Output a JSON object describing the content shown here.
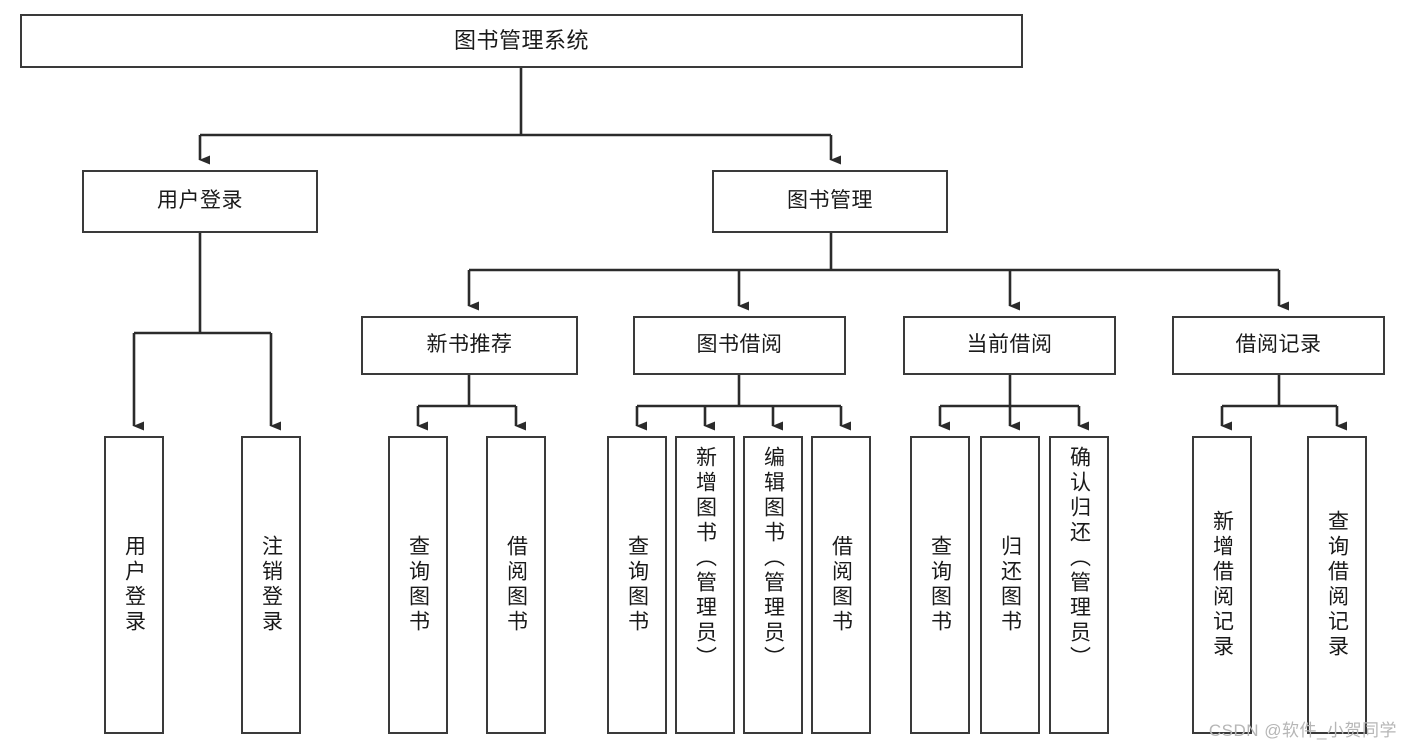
{
  "diagram": {
    "type": "tree-hierarchy",
    "title": "图书管理系统",
    "orientation": "top-down",
    "colors": {
      "box_border": "#3a3a3a",
      "box_fill": "#ffffff",
      "connector": "#2b2b2b",
      "text": "#1a1a1a",
      "watermark": "#b6b6b6",
      "background": "#ffffff"
    },
    "levels": 4,
    "root": {
      "label": "图书管理系统"
    },
    "level2": [
      {
        "label": "用户登录"
      },
      {
        "label": "图书管理"
      }
    ],
    "level3": [
      {
        "label": "新书推荐",
        "parent": "图书管理"
      },
      {
        "label": "图书借阅",
        "parent": "图书管理"
      },
      {
        "label": "当前借阅",
        "parent": "图书管理"
      },
      {
        "label": "借阅记录",
        "parent": "图书管理"
      }
    ],
    "leaves": {
      "user_login": [
        {
          "label": "用户登录"
        },
        {
          "label": "注销登录"
        }
      ],
      "new_book_recommend": [
        {
          "label": "查询图书"
        },
        {
          "label": "借阅图书"
        }
      ],
      "book_borrow": [
        {
          "label": "查询图书"
        },
        {
          "label": "新增图书（管理员）"
        },
        {
          "label": "编辑图书（管理员）"
        },
        {
          "label": "借阅图书"
        }
      ],
      "current_borrow": [
        {
          "label": "查询图书"
        },
        {
          "label": "归还图书"
        },
        {
          "label": "确认归还（管理员）"
        }
      ],
      "borrow_record": [
        {
          "label": "新增借阅记录"
        },
        {
          "label": "查询借阅记录"
        }
      ]
    }
  },
  "watermark": {
    "text": "CSDN @软件_小贺同学"
  }
}
